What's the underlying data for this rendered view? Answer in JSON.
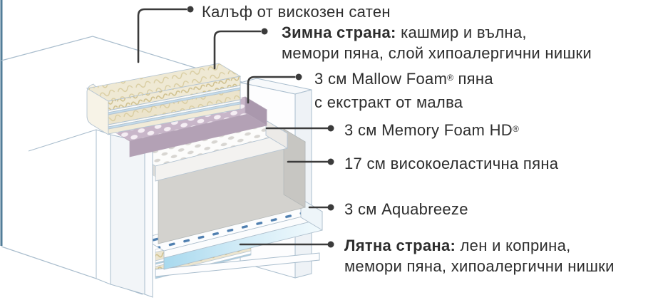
{
  "labels": {
    "cover": {
      "text": "Калъф от вискозен сатен"
    },
    "winter": {
      "bold": "Зимна страна:",
      "rest": " кашмир и вълна,",
      "line2": "мемори пяна, слой хипоалергични нишки"
    },
    "mallow": {
      "pre": "3 см Mallow Foam",
      "reg": "®",
      "post": " пяна",
      "line2": "с екстракт от малва"
    },
    "memory": {
      "pre": "3 см Memory Foam HD",
      "reg": "®"
    },
    "elastic": {
      "text": "17 см високоеластична пяна"
    },
    "aqua": {
      "text": "3 см Aquabreeze"
    },
    "summer": {
      "bold": "Лятна страна:",
      "rest": " лен и коприна,",
      "line2": "мемори пяна, хипоалергични нишки"
    }
  },
  "colors": {
    "callout": "#3b3b3b",
    "text": "#2d2d2d",
    "outline": "#a9bdcd",
    "cover_edge": "#527d98",
    "cream": "#efe9d4",
    "cream_texture": "#d9cda1",
    "mallow_top": "#c8b6c9",
    "mallow_front": "#b3a1b5",
    "mallow_side": "#aa98ad",
    "memory_top": "#fcfcfb",
    "memory_dot": "#d8d6d2",
    "elastic_top": "#dddcd8",
    "elastic_front": "#d3d2ce",
    "elastic_side": "#c7c6c2",
    "aqua_dash": "#4f7fb0",
    "aqua_cyan": "#a8d9ee"
  }
}
